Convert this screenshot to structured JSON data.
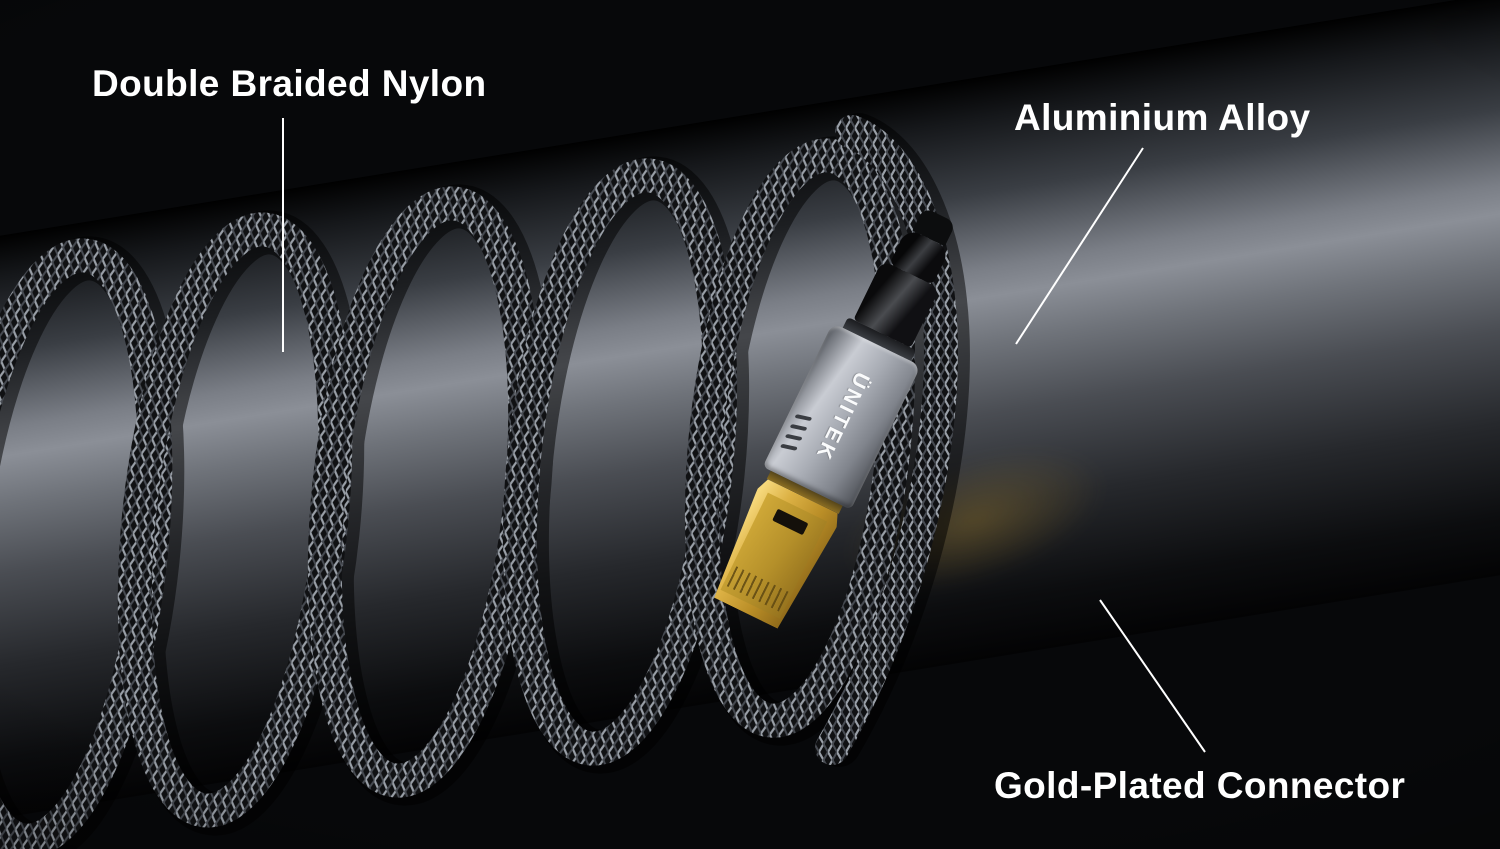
{
  "scene": {
    "description": "Braided cable with gold-plated connector wrapped around a dark metal cylinder",
    "background_color": "#07080a"
  },
  "annotations": {
    "braid": {
      "text": "Double Braided Nylon"
    },
    "alloy": {
      "text": "Aluminium Alloy"
    },
    "gold": {
      "text": "Gold-Plated Connector"
    }
  },
  "product": {
    "brand": "ÜNITEK",
    "colors": {
      "label_text": "#ffffff",
      "leader_line": "#ffffff",
      "gold_connector": "#d4a93c",
      "aluminum_shell": "#b9bdc5",
      "cable_braid_light": "#9aa0a8",
      "cable_braid_dark": "#15161a"
    }
  }
}
